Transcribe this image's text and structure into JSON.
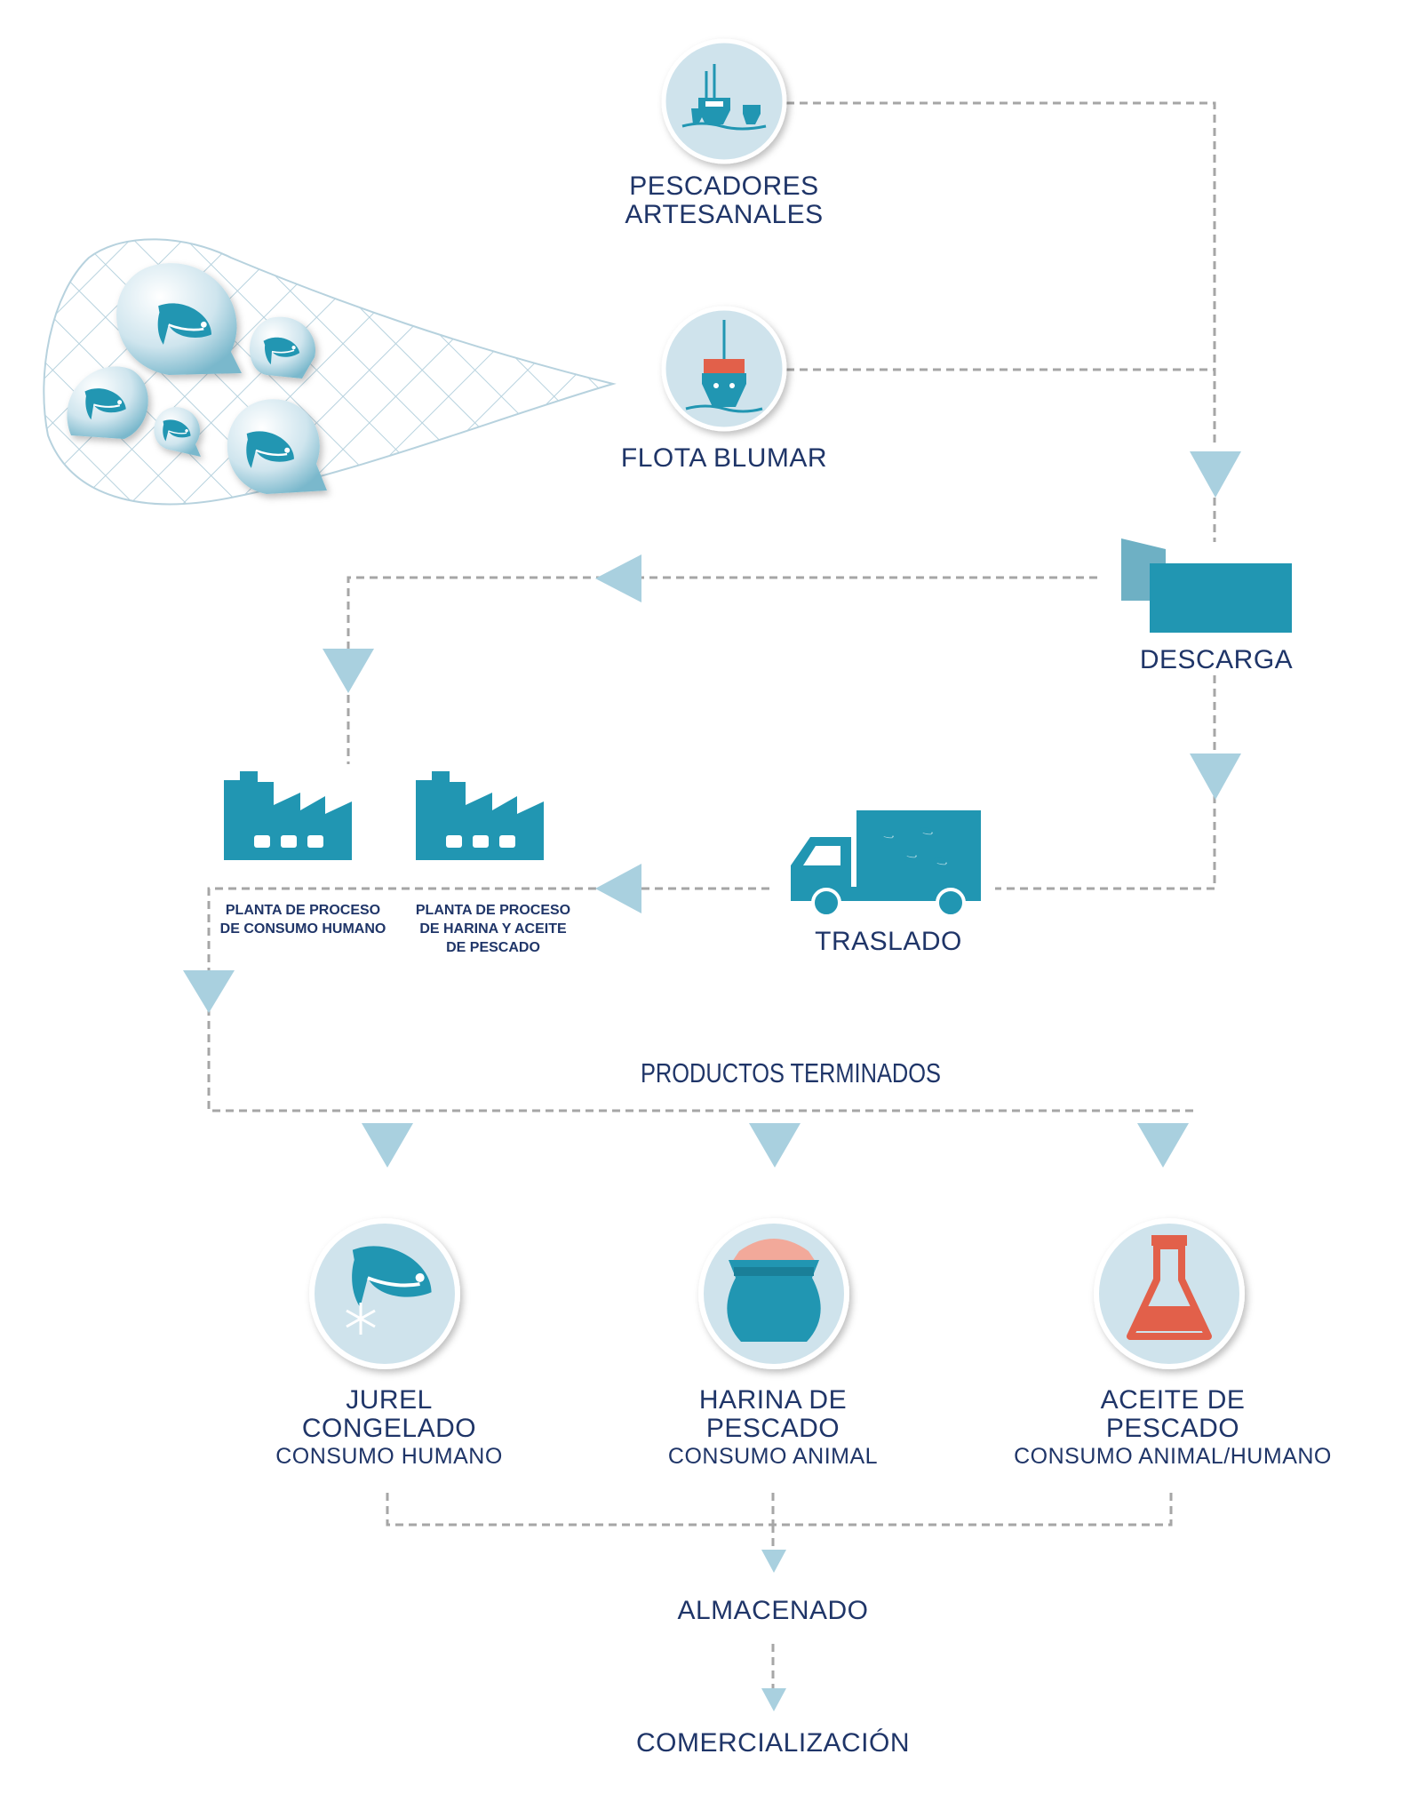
{
  "nodes": {
    "pescadores": {
      "line1": "PESCADORES",
      "line2": "ARTESANALES",
      "icon": "fishing-boats-icon"
    },
    "flota": {
      "label": "FLOTA BLUMAR",
      "icon": "trawler-ship-icon"
    },
    "descarga": {
      "label": "DESCARGA",
      "icon": "unloading-hopper-icon"
    },
    "traslado": {
      "label": "TRASLADO",
      "icon": "truck-icon"
    },
    "planta_consumo": {
      "line1": "PLANTA DE PROCESO",
      "line2": "DE CONSUMO HUMANO",
      "icon": "factory-icon"
    },
    "planta_harina": {
      "line1": "PLANTA DE PROCESO",
      "line2": "DE HARINA Y ACEITE",
      "line3": "DE PESCADO",
      "icon": "factory-icon"
    }
  },
  "productos_title": "PRODUCTOS TERMINADOS",
  "products": {
    "jurel": {
      "line1": "JUREL",
      "line2": "CONGELADO",
      "sub": "CONSUMO HUMANO",
      "icon": "frozen-fish-icon"
    },
    "harina": {
      "line1": "HARINA DE",
      "line2": "PESCADO",
      "sub": "CONSUMO ANIMAL",
      "icon": "meal-sack-icon"
    },
    "aceite": {
      "line1": "ACEITE DE",
      "line2": "PESCADO",
      "sub": "CONSUMO ANIMAL/HUMANO",
      "icon": "oil-flask-icon"
    }
  },
  "almacenado": "ALMACENADO",
  "comercializacion": "COMERCIALIZACIÓN",
  "colors": {
    "text": "#1f3568",
    "teal": "#2196b2",
    "arrow": "#a9d0df",
    "dashed": "#a6a6a6",
    "circle": "#cfe3ec",
    "accent_red": "#e2604a",
    "net": "#b7d2de"
  }
}
